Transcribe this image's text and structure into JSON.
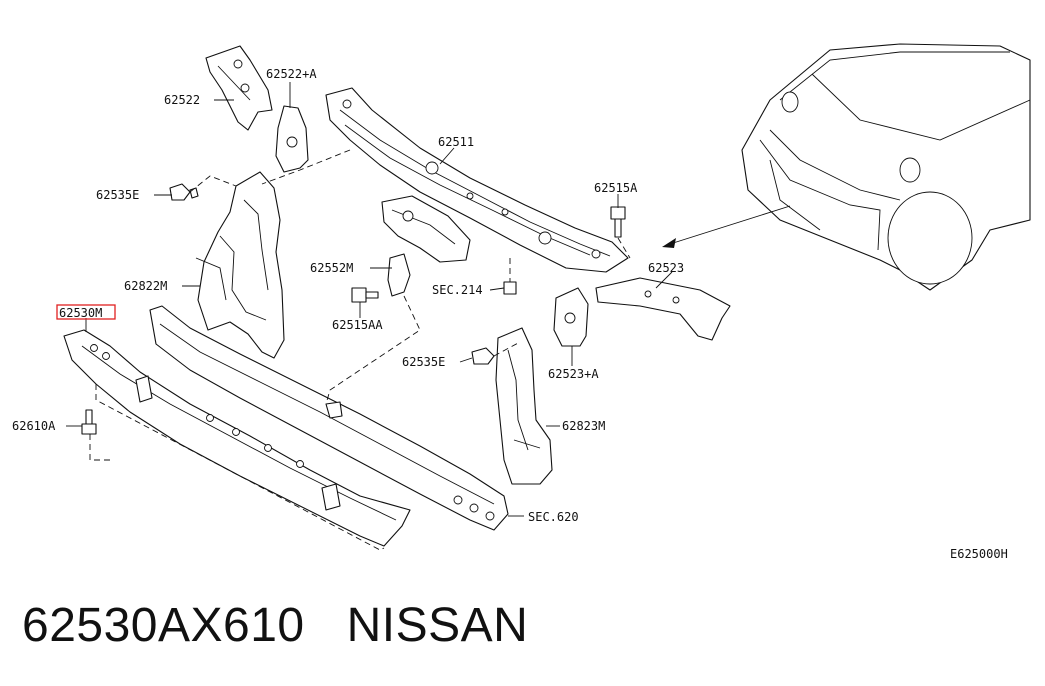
{
  "labels": {
    "p62522": "62522",
    "p62522a": "62522+A",
    "p62511": "62511",
    "p62535e_left": "62535E",
    "p62515a": "62515A",
    "p62552m": "62552M",
    "p62822m": "62822M",
    "sec214": "SEC.214",
    "p62523": "62523",
    "p62530m": "62530M",
    "p62515aa": "62515AA",
    "p62535e_mid": "62535E",
    "p62523a": "62523+A",
    "p62610a": "62610A",
    "p62823m": "62823M",
    "sec620": "SEC.620",
    "diagram_code": "E625000H"
  },
  "highlight_color": "#e02020",
  "footer": {
    "part_number": "62530AX610",
    "brand": "NISSAN"
  }
}
